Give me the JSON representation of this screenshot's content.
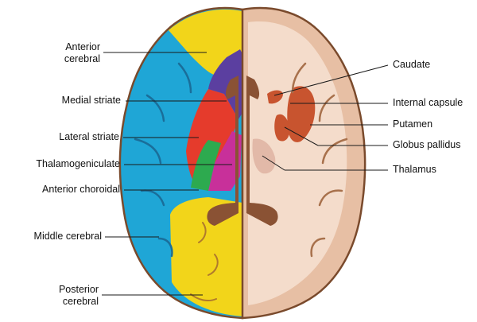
{
  "labels": {
    "left": {
      "anterior_cerebral": [
        "Anterior",
        "cerebral"
      ],
      "medial_striate": "Medial striate",
      "lateral_striate": "Lateral striate",
      "thalamogeniculate": "Thalamogeniculate",
      "anterior_choroidal": "Anterior choroidal",
      "middle_cerebral": "Middle cerebral",
      "posterior_cerebral": [
        "Posterior",
        "cerebral"
      ]
    },
    "right": {
      "caudate": "Caudate",
      "internal_capsule": "Internal capsule",
      "putamen": "Putamen",
      "globus_pallidus": "Globus pallidus",
      "thalamus": "Thalamus"
    }
  },
  "colors": {
    "anterior_cerebral": "#f2d51a",
    "middle_cerebral": "#1fa6d6",
    "posterior_cerebral": "#f2d51a",
    "medial_striate": "#5b3fa0",
    "lateral_striate": "#e53b2c",
    "thalamogeniculate": "#c8309a",
    "anterior_choroidal": "#2daa4f",
    "white_matter": "#f4dccb",
    "gray_matter": "#e7bfa4",
    "ventricle": "#8a5234",
    "basal_nuclei": "#c8542f"
  }
}
